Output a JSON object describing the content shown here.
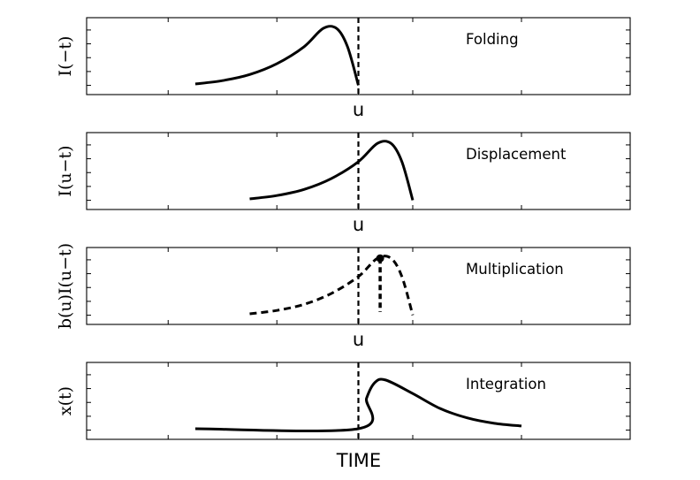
{
  "chart_data": {
    "type": "line",
    "grid": false,
    "xlabel": "TIME",
    "xlim": [
      -10,
      10
    ],
    "u": 0,
    "panels": [
      {
        "id": "folding",
        "title": "Folding",
        "ylabel": "I(−t)",
        "show_u_label": true,
        "u_label": "u",
        "series": [
          {
            "style": "solid",
            "x": [
              -6,
              -5,
              -4,
              -3,
              -2,
              -1.3,
              -0.8,
              -0.4,
              0
            ],
            "y": [
              0.1,
              0.15,
              0.24,
              0.4,
              0.65,
              0.92,
              0.92,
              0.65,
              0.08
            ]
          }
        ]
      },
      {
        "id": "displacement",
        "title": "Displacement",
        "ylabel": "I(u−t)",
        "show_u_label": true,
        "u_label": "u",
        "series": [
          {
            "style": "solid",
            "x": [
              -4,
              -3,
              -2,
              -1,
              0,
              0.7,
              1.2,
              1.6,
              2
            ],
            "y": [
              0.1,
              0.15,
              0.24,
              0.4,
              0.65,
              0.92,
              0.92,
              0.65,
              0.08
            ]
          }
        ]
      },
      {
        "id": "multiplication",
        "title": "Multiplication",
        "ylabel": "b(u)I(u−t)",
        "show_u_label": true,
        "u_label": "u",
        "series": [
          {
            "style": "dashed",
            "x": [
              -4,
              -3,
              -2,
              -1,
              0,
              0.7,
              1.2,
              1.6,
              2
            ],
            "y": [
              0.1,
              0.15,
              0.24,
              0.4,
              0.65,
              0.92,
              0.92,
              0.65,
              0.08
            ]
          }
        ],
        "stem": {
          "x": 0.8,
          "y": 0.92
        }
      },
      {
        "id": "integration",
        "title": "Integration",
        "ylabel": "x(t)",
        "show_u_label": false,
        "series": [
          {
            "style": "solid",
            "x": [
              -6,
              0,
              0.3,
              0.6,
              1,
              2,
              3,
              4,
              5,
              6
            ],
            "y": [
              0.1,
              0.1,
              0.55,
              0.78,
              0.82,
              0.62,
              0.4,
              0.26,
              0.18,
              0.14
            ]
          }
        ]
      }
    ]
  }
}
